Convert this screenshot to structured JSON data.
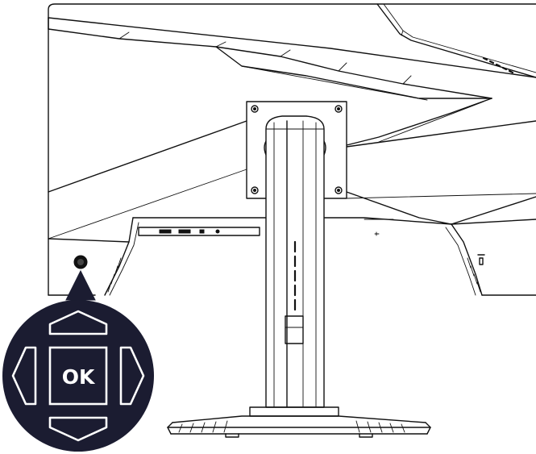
{
  "joystick": {
    "center_label": "OK",
    "colors": {
      "badge_background": "#1b1c31",
      "badge_outline": "#ffffff",
      "line_art": "#111111"
    },
    "icons": [
      "joystick-up-arrow",
      "joystick-down-arrow",
      "joystick-left-arrow",
      "joystick-right-arrow",
      "joystick-ok-button"
    ]
  }
}
